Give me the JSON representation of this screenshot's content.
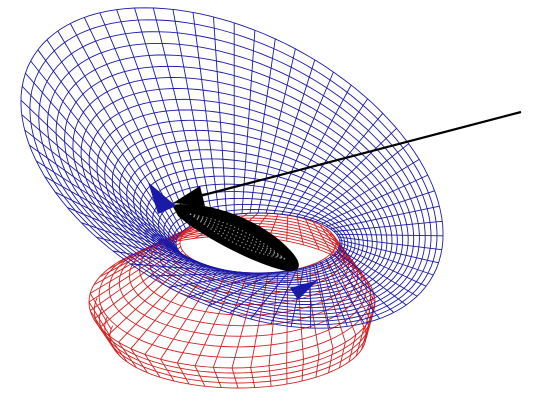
{
  "figure": {
    "description_labels": [],
    "colors": {
      "background": "#ffffff",
      "upper_surface": "#1a1aa8",
      "lower_surface": "#d42222",
      "intersection_fill": "#000000",
      "intersection_dots": "#9a9a9a",
      "arrow": "#000000",
      "vertex_markers": "#1a1aa8"
    },
    "surfaces": [
      {
        "name": "upper-cone-surface",
        "color_key": "upper_surface"
      },
      {
        "name": "lower-cone-surface",
        "color_key": "lower_surface"
      }
    ],
    "annotation": {
      "type": "arrow",
      "icon": "pointer-arrow-icon"
    }
  }
}
